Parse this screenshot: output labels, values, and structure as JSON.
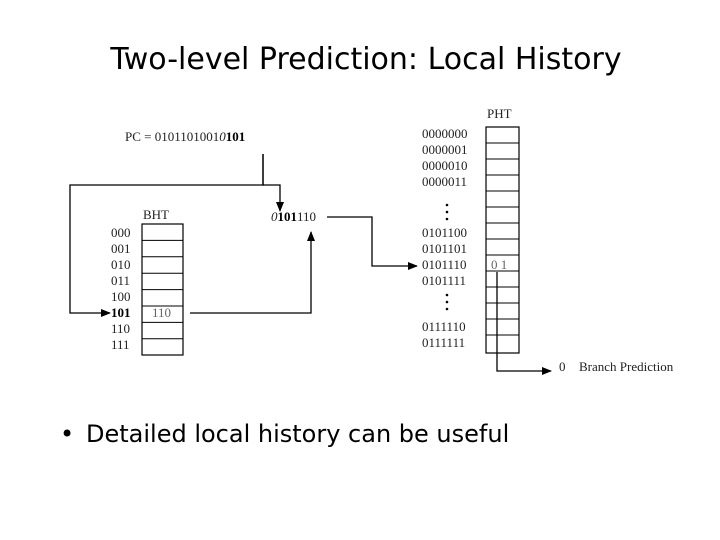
{
  "slide": {
    "title": "Two-level Prediction: Local History",
    "bullet": "Detailed local history can be useful"
  },
  "diagram": {
    "pc_prefix": "PC = 0101101001",
    "pc_italic": "0",
    "pc_suffix": "101",
    "bht_label": "BHT",
    "bht_rows": [
      "000",
      "001",
      "010",
      "011",
      "100",
      "101",
      "110",
      "111"
    ],
    "bht_selected_index": 5,
    "bht_selected_value": "110",
    "concat_italic": "0",
    "concat_bits": "101",
    "concat_rest": "110",
    "pht_label": "PHT",
    "pht_top_rows": [
      "0000000",
      "0000001",
      "0000010",
      "0000011"
    ],
    "pht_mid_rows": [
      "0101100",
      "0101101",
      "0101110",
      "0101111"
    ],
    "pht_bottom_rows": [
      "0111110",
      "0111111"
    ],
    "pht_selected_bits": "0 1",
    "output_value": "0",
    "output_label": "Branch Prediction"
  }
}
